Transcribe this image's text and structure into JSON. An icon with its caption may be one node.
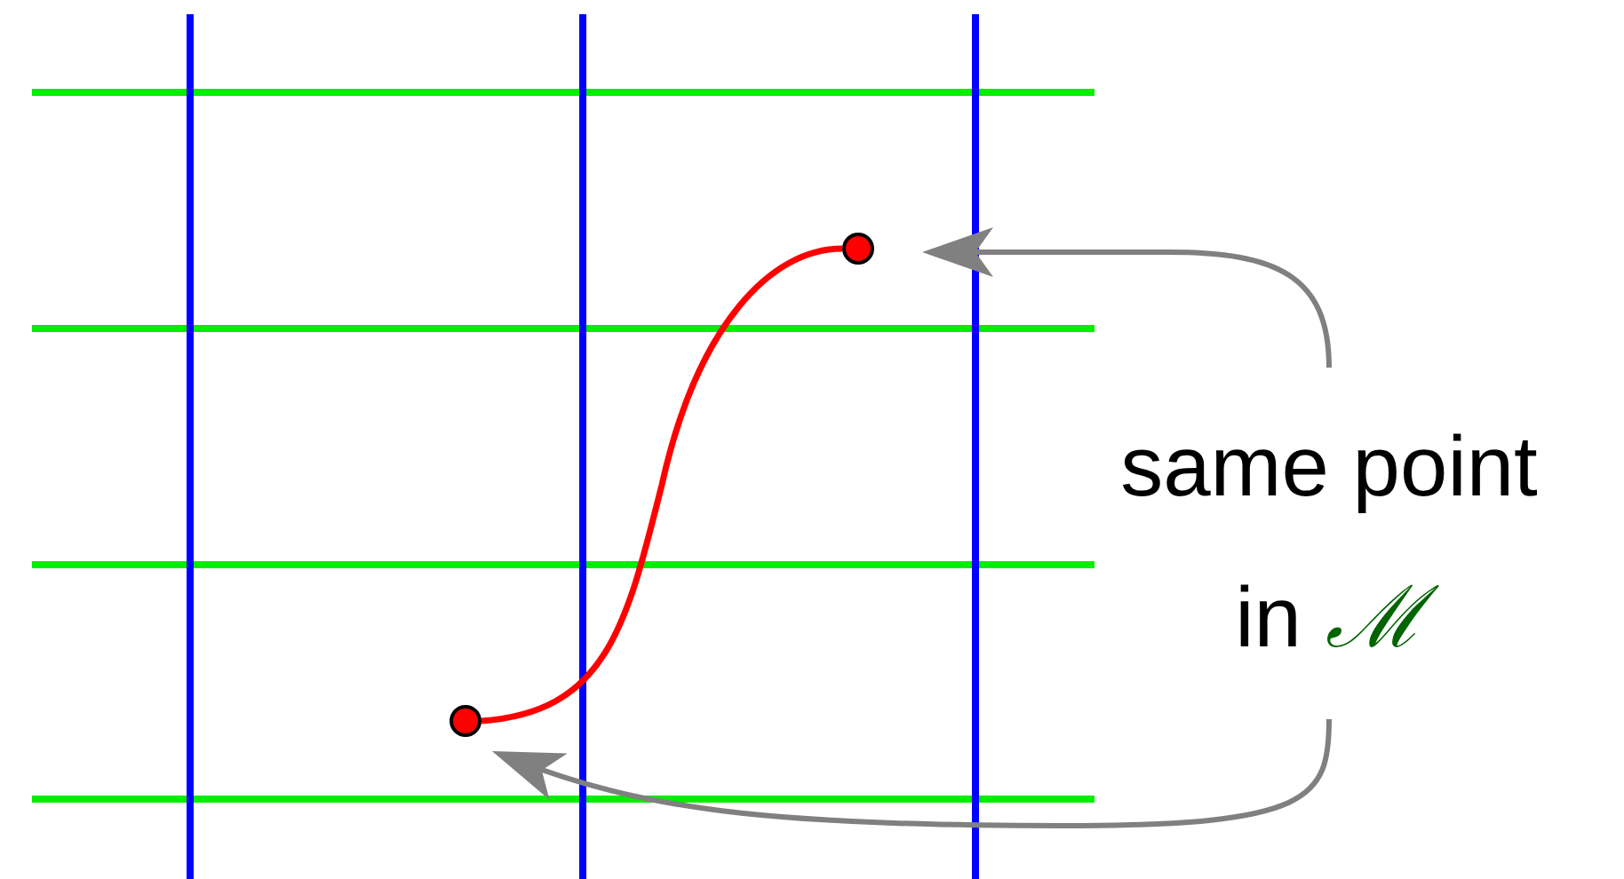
{
  "diagram": {
    "nodes": [
      {
        "text": [],
        "shape": "circle"
      },
      {
        "text": [],
        "shape": "circle"
      },
      {
        "text": [
          "same point in *ℳ*"
        ]
      }
    ],
    "edges": [
      {
        "from": 1,
        "to": 0,
        "arrow": "none",
        "color": "#ff0000"
      },
      {
        "from": 2,
        "to": 0,
        "arrow": "to"
      },
      {
        "from": 2,
        "to": 1,
        "arrow": "to"
      }
    ]
  }
}
